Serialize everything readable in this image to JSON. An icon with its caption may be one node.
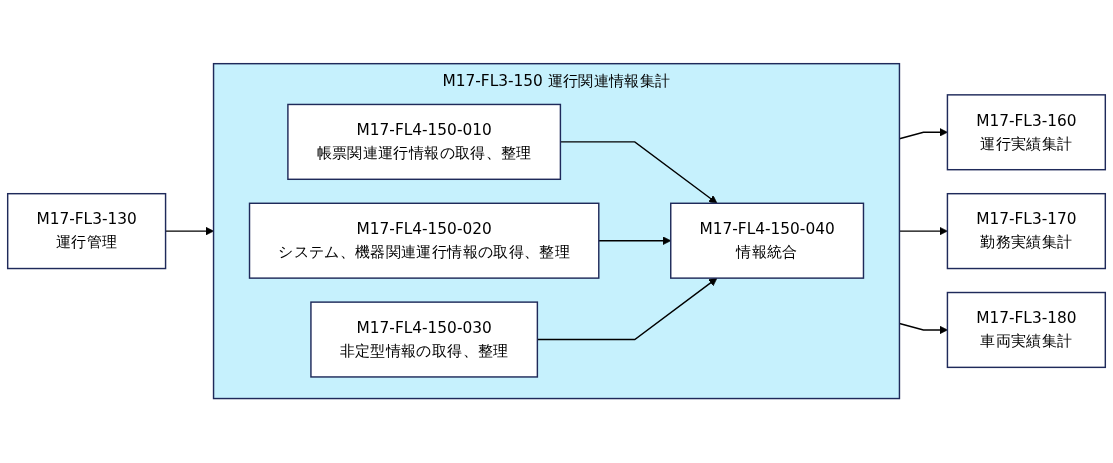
{
  "diagram": {
    "nodes": [
      {
        "text": [
          "M17-FL3-130",
          "運行管理"
        ]
      },
      {
        "text": [
          "M17-FL3-150  運行関連情報集計"
        ]
      },
      {
        "text": [
          "M17-FL4-150-010",
          "帳票関連運行情報の取得、整理"
        ],
        "in": 1
      },
      {
        "text": [
          "M17-FL4-150-020",
          "システム、機器関連運行情報の取得、整理"
        ],
        "in": 1
      },
      {
        "text": [
          "M17-FL4-150-030",
          "非定型情報の取得、整理"
        ],
        "in": 1
      },
      {
        "text": [
          "M17-FL4-150-040",
          "情報統合"
        ],
        "in": 1
      },
      {
        "text": [
          "M17-FL3-160",
          "運行実績集計"
        ]
      },
      {
        "text": [
          "M17-FL3-170",
          "勤務実績集計"
        ]
      },
      {
        "text": [
          "M17-FL3-180",
          "車両実績集計"
        ]
      }
    ],
    "edges": [
      {
        "from": 0,
        "to": 1,
        "arrow": "to"
      },
      {
        "from": 2,
        "to": 5,
        "arrow": "to"
      },
      {
        "from": 3,
        "to": 5,
        "arrow": "to"
      },
      {
        "from": 4,
        "to": 5,
        "arrow": "to"
      },
      {
        "from": 1,
        "to": 6,
        "arrow": "to"
      },
      {
        "from": 1,
        "to": 7,
        "arrow": "to"
      },
      {
        "from": 1,
        "to": 8,
        "arrow": "to"
      }
    ]
  }
}
